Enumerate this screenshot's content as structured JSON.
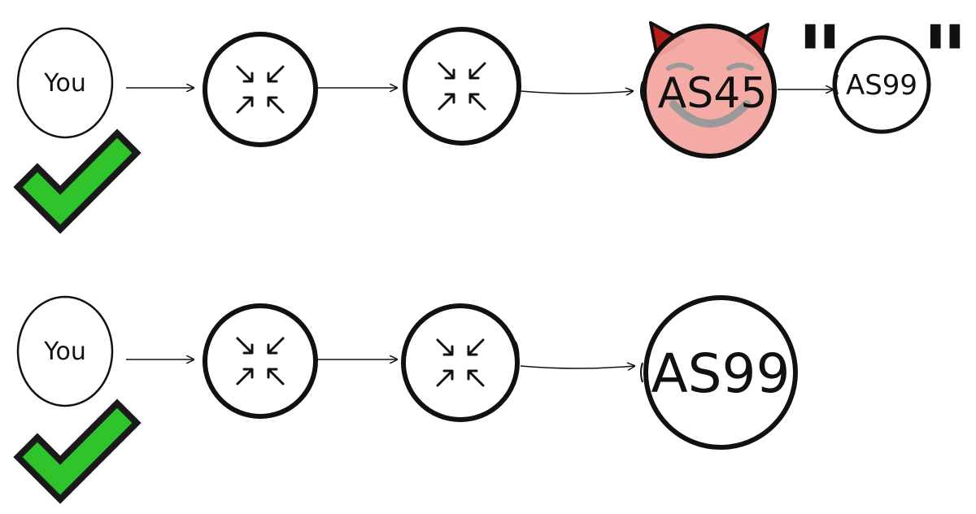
{
  "rows": [
    {
      "you_label": "You",
      "end_label": "AS45",
      "spoofed_label": "AS99",
      "quote_open": "\"",
      "quote_close": "\""
    },
    {
      "you_label": "You",
      "end_label": "AS99"
    }
  ],
  "colors": {
    "stroke": "#111111",
    "check_fill": "#2fc42c",
    "check_outline": "#1a1a1a",
    "devil_face": "#f4a7a0",
    "devil_horn": "#b51d1d",
    "devil_feature": "#9a9a9a"
  },
  "icons": {
    "router": "router-arrows-icon",
    "check": "checkmark-icon",
    "devil": "devil-face-icon"
  }
}
